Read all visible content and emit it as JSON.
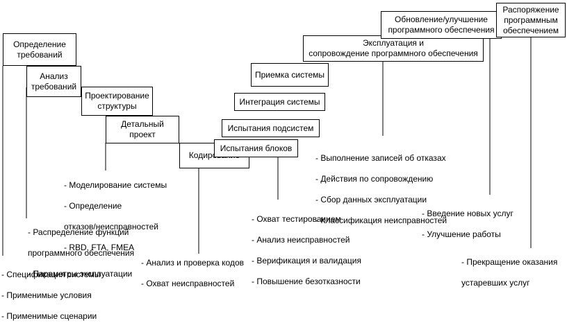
{
  "stages": {
    "requirements_definition": "Определение\nтребований",
    "requirements_analysis": "Анализ\nтребований",
    "architecture_design": "Проектирование\nструктуры",
    "detailed_design": "Детальный\nпроект",
    "coding": "Кодирование",
    "unit_testing": "Испытания блоков",
    "subsystem_testing": "Испытания подсистем",
    "system_integration": "Интеграция системы",
    "system_acceptance": "Приемка системы",
    "operation_maintenance": "Эксплуатация и\nсопровождение программного обеспечения",
    "software_update": "Обновление/улучшение\nпрограммного обеспечения",
    "software_disposal": "Распоряжение\nпрограммным\nобеспечением"
  },
  "notes": {
    "requirements_definition": [
      "- Спецификация системы",
      "- Применимые условия",
      "- Применимые сценарии"
    ],
    "requirements_analysis": [
      "- Распределение функций",
      "  программного обеспечения",
      "- Параметры эксплуатации"
    ],
    "detailed_design": [
      "- Моделирование системы",
      "- Определение",
      "  отказов/неисправностей",
      "- RBD, FTA, FMEA"
    ],
    "coding": [
      "- Анализ и проверка кодов",
      "- Охват неисправностей"
    ],
    "unit_testing": [
      "- Охват тестированием",
      "- Анализ неисправностей",
      "- Верификация и валидация",
      "- Повышение безотказности"
    ],
    "operation_maintenance": [
      "- Выполнение записей об отказах",
      "- Действия по сопровождению",
      "- Сбор данных эксплуатации",
      "- Классификация неисправностей"
    ],
    "software_update": [
      "- Введение новых услуг",
      "- Улучшение работы"
    ],
    "software_disposal": [
      "- Прекращение оказания",
      "  устаревших услуг"
    ]
  }
}
